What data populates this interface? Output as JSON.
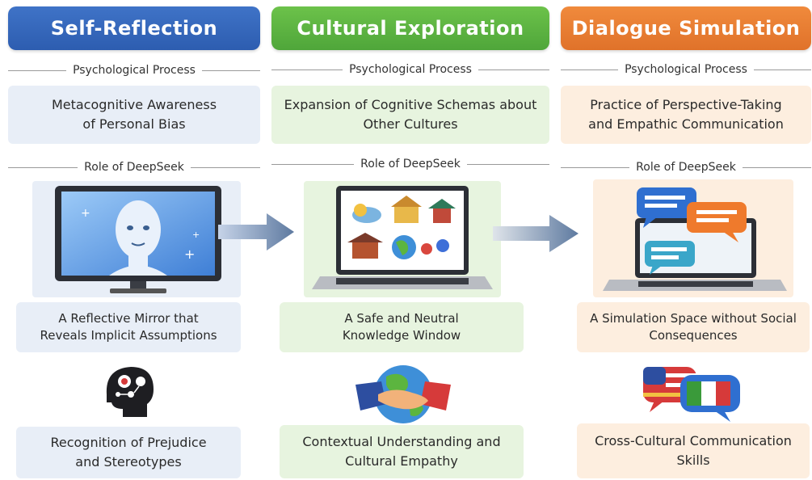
{
  "columns": [
    {
      "header": "Self-Reflection",
      "process_label": "Psychological Process",
      "process_text": "Metacognitive Awareness\nof Personal Bias",
      "role_label": "Role of DeepSeek",
      "role_text": "A Reflective Mirror that\nReveals Implicit Assumptions",
      "outcome_text": "Recognition of Prejudice\nand Stereotypes"
    },
    {
      "header": "Cultural Exploration",
      "process_label": "Psychological Process",
      "process_text": "Expansion of Cognitive Schemas about\nOther Cultures",
      "role_label": "Role of DeepSeek",
      "role_text": "A Safe and Neutral\nKnowledge Window",
      "outcome_text": "Contextual Understanding and\nCultural Empathy"
    },
    {
      "header": "Dialogue Simulation",
      "process_label": "Psychological Process",
      "process_text": "Practice of Perspective-Taking\nand Empathic Communication",
      "role_label": "Role of DeepSeek",
      "role_text": "A Simulation Space without Social\nConsequences",
      "outcome_text": "Cross-Cultural Communication Skills"
    }
  ],
  "colors": {
    "blue": "#3366bb",
    "green": "#5cb53f",
    "orange": "#e97d33",
    "arrow": "#5e7aa0"
  },
  "icons": [
    "monitor-face-icon",
    "laptop-culture-icon",
    "laptop-chat-icon",
    "head-brain-icon",
    "handshake-globe-icon",
    "flag-speech-icon"
  ]
}
